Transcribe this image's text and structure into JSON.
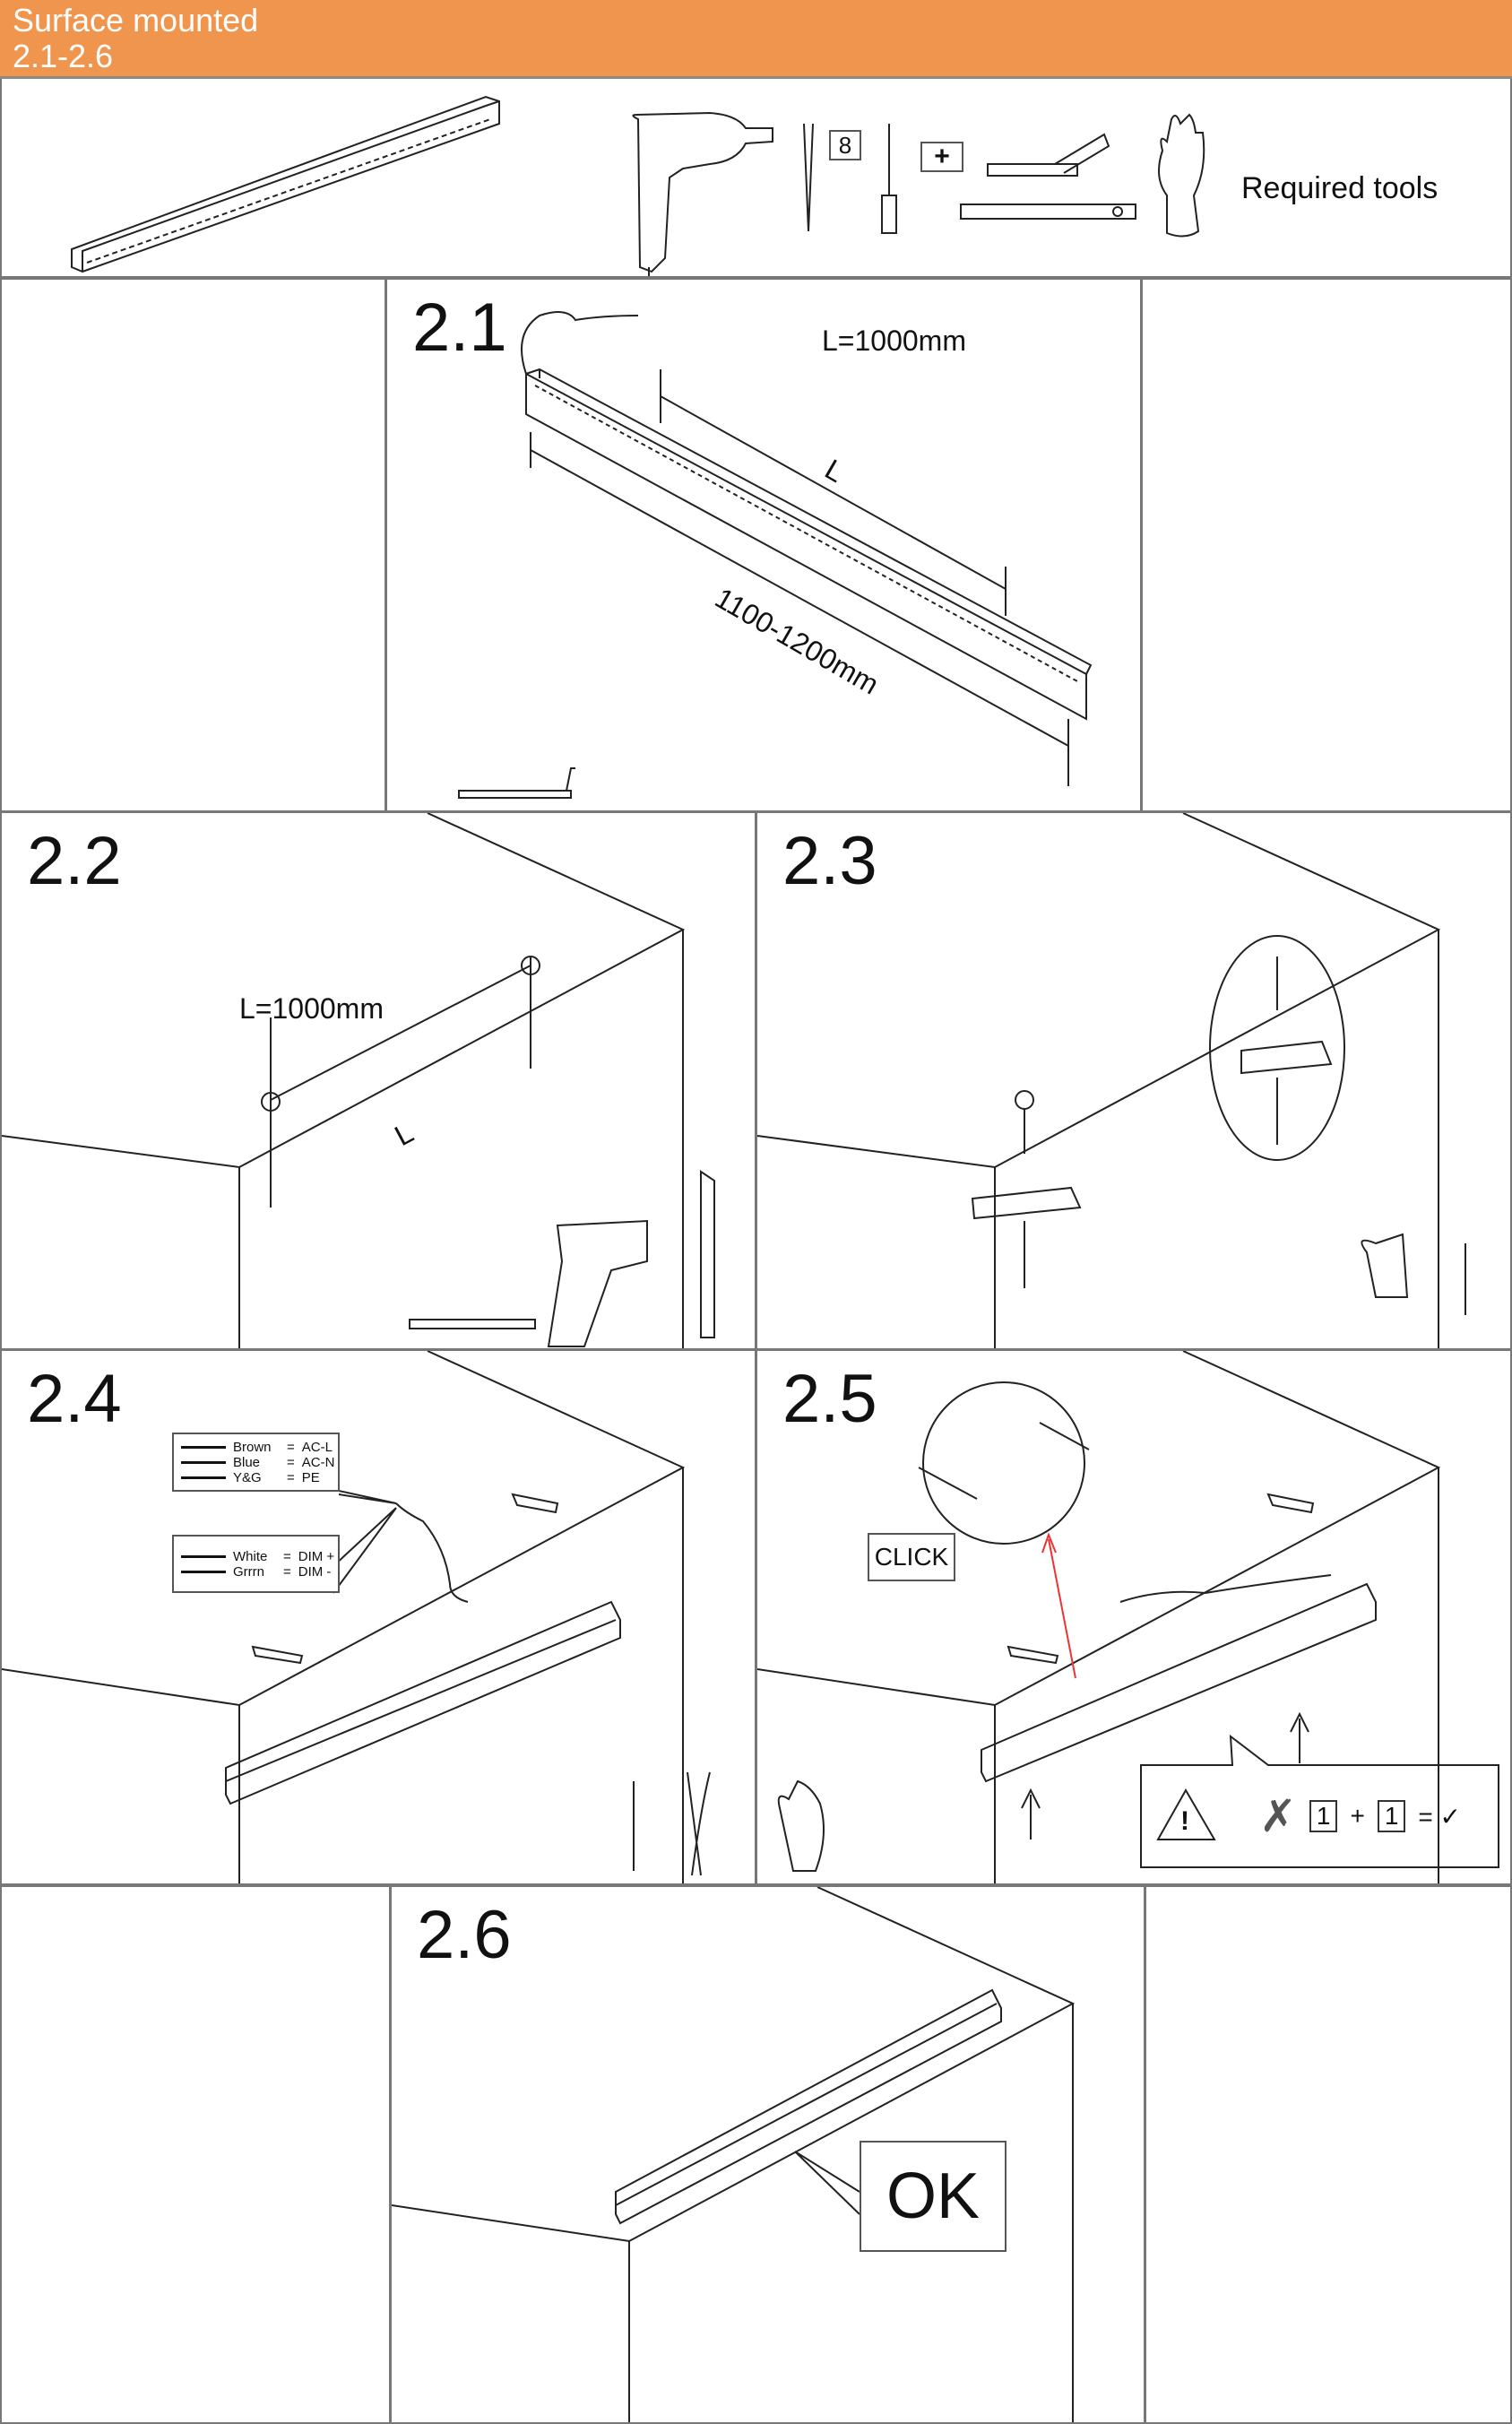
{
  "header": {
    "title": "Surface mounted",
    "subtitle": "2.1-2.6"
  },
  "tools": {
    "drill_bit_size": "8",
    "screwdriver_type": "+",
    "label": "Required tools"
  },
  "steps": {
    "s21": {
      "num": "2.1",
      "length_label": "L=1000mm",
      "dim_L": "L",
      "dim_total": "1100-1200mm"
    },
    "s22": {
      "num": "2.2",
      "length_label": "L=1000mm",
      "dim_L": "L"
    },
    "s23": {
      "num": "2.3"
    },
    "s24": {
      "num": "2.4",
      "wiring_ac": [
        {
          "color": "Brown",
          "eq": "=",
          "func": "AC-L"
        },
        {
          "color": "Blue",
          "eq": "=",
          "func": "AC-N"
        },
        {
          "color": "Y&G",
          "eq": "=",
          "func": "PE"
        }
      ],
      "wiring_dim": [
        {
          "color": "White",
          "eq": "=",
          "func": "DIM +"
        },
        {
          "color": "Grrrn",
          "eq": "=",
          "func": "DIM -"
        }
      ]
    },
    "s25": {
      "num": "2.5",
      "click": "CLICK",
      "warning_one": "1",
      "warning_eq": "= ✓",
      "plus": "+"
    },
    "s26": {
      "num": "2.6",
      "ok": "OK"
    }
  }
}
